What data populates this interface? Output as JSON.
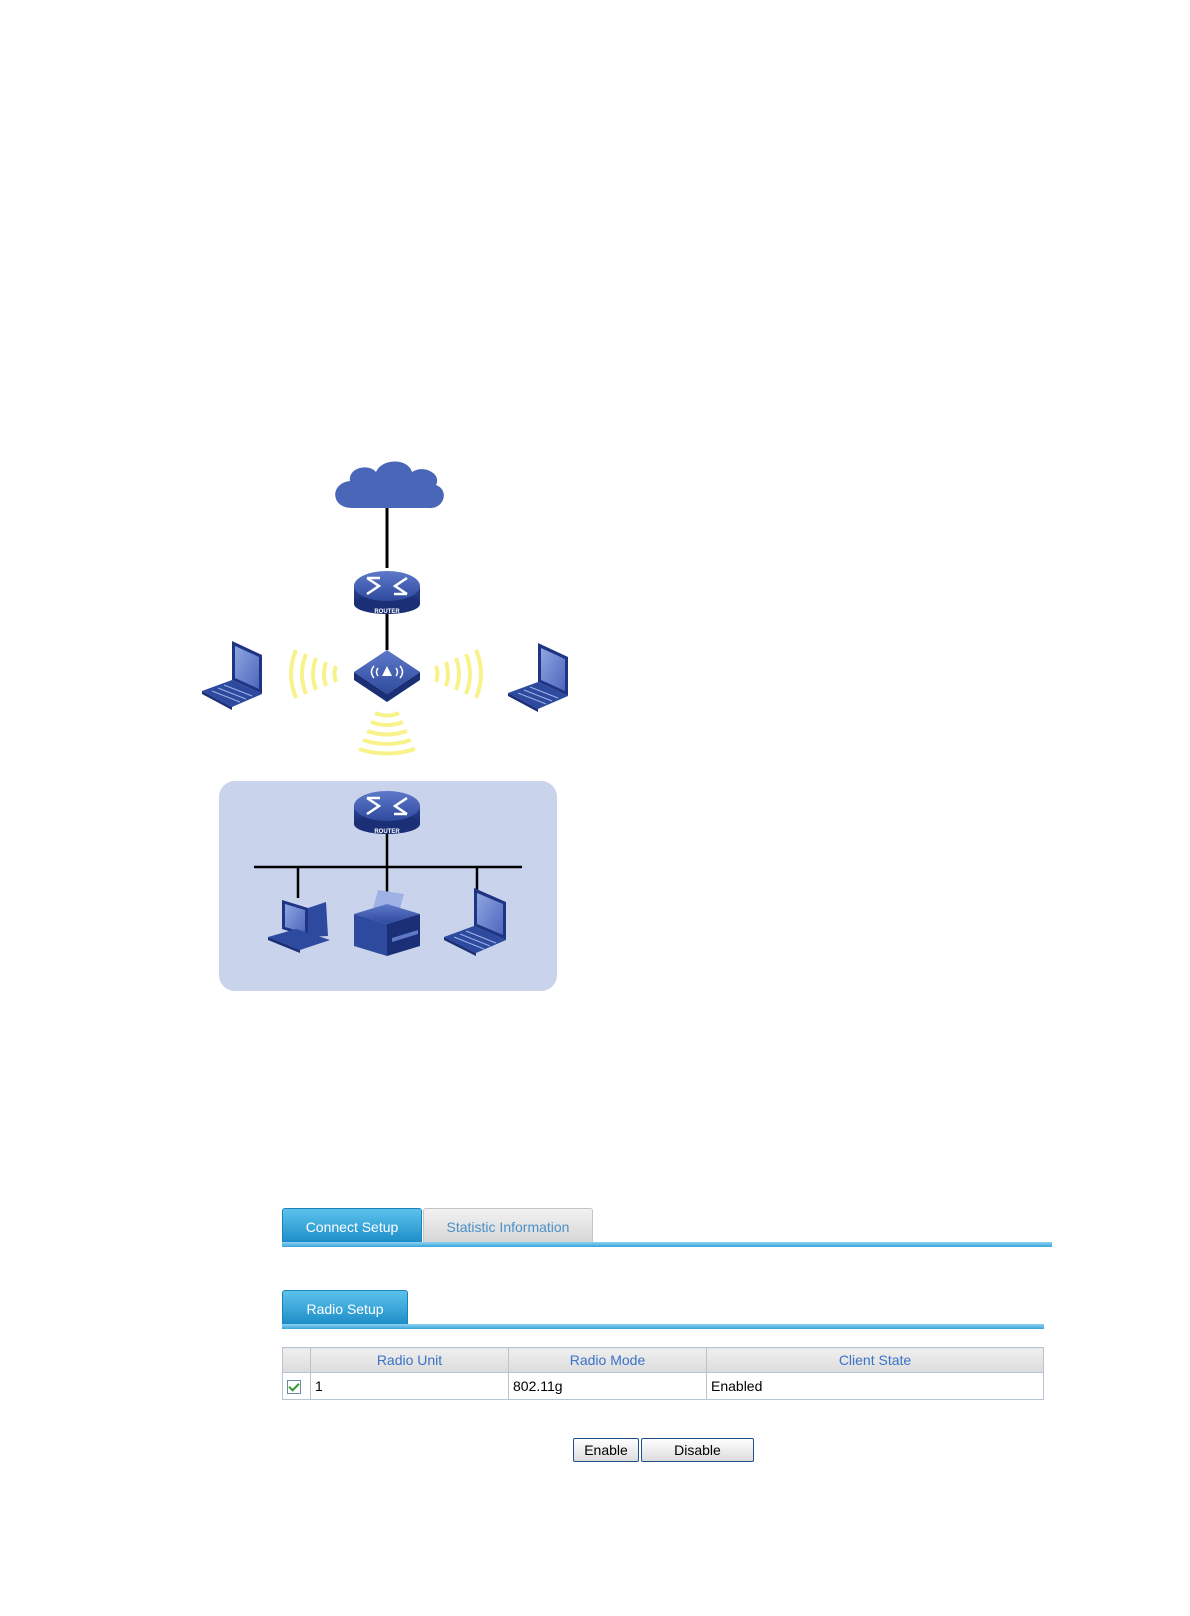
{
  "diagram": {
    "router_top_label": "ROUTER",
    "router_bottom_label": "ROUTER"
  },
  "tabs": [
    {
      "label": "Connect Setup",
      "active": true
    },
    {
      "label": "Statistic Information",
      "active": false
    }
  ],
  "section_tab": {
    "label": "Radio Setup"
  },
  "table": {
    "headers": [
      "Radio Unit",
      "Radio Mode",
      "Client State"
    ],
    "rows": [
      {
        "checked": true,
        "radio_unit": "1",
        "radio_mode": "802.11g",
        "client_state": "Enabled"
      }
    ]
  },
  "buttons": {
    "enable": "Enable",
    "disable": "Disable"
  },
  "colors": {
    "device_blue": "#2e4a9e",
    "cloud_blue": "#4a66b8",
    "lan_background": "#c9d3ec",
    "wifi_wave": "#f7f28a",
    "tab_blue": "#2a9ad4"
  }
}
